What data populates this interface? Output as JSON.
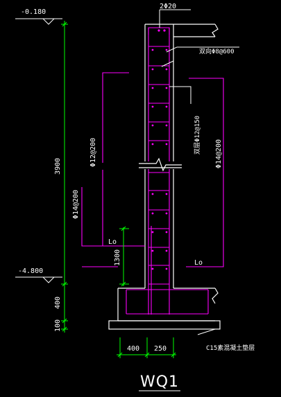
{
  "drawing": {
    "title": "WQ1",
    "colors": {
      "background": "#000000",
      "concrete": "#ffffff",
      "rebar": "#ff00ff",
      "dimension": "#00ff00",
      "leader": "#ffffff"
    },
    "elevations": {
      "top": "-0.180",
      "bottom": "-4.800"
    },
    "dimensions_vertical": {
      "wall_height": "3900",
      "lap_length": "1300",
      "footing": "400",
      "cushion": "100"
    },
    "dimensions_horizontal": {
      "left_width": "400",
      "right_width": "250"
    },
    "labels": {
      "top_bar": "2Φ20",
      "tie_bar": "双向Φ8@600",
      "horizontal_bar": "双层Φ12@150",
      "vert_left": "Φ12@200",
      "vert_left_lower": "Φ14@200",
      "vert_right": "Φ14@200",
      "lo_left": "Lo",
      "lo_right": "Lo",
      "cushion_note": "C15素混凝土垫层"
    }
  }
}
